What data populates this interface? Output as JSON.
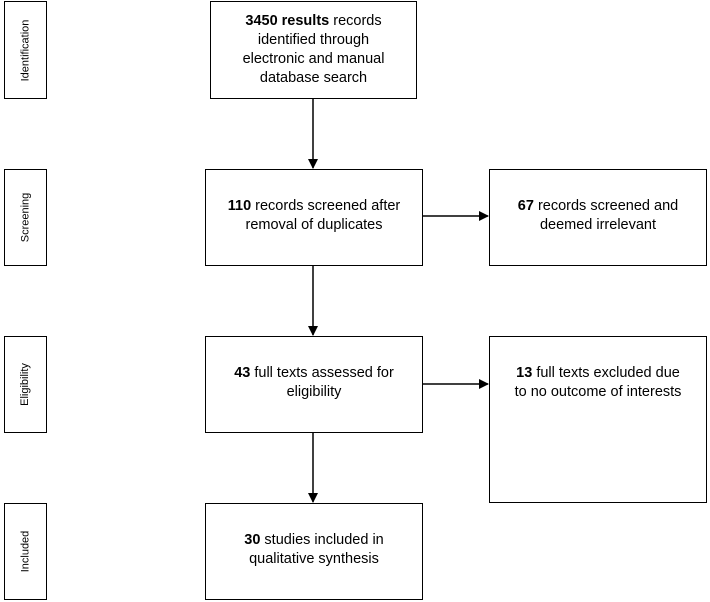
{
  "stages": [
    {
      "id": "identification",
      "label": "Identification"
    },
    {
      "id": "screening",
      "label": "Screening"
    },
    {
      "id": "eligibility",
      "label": "Eligibility"
    },
    {
      "id": "included",
      "label": "Included"
    }
  ],
  "boxes": {
    "identified": {
      "bold": "3450 results",
      "line1_rest": " records",
      "line2": "identified through",
      "line3": "electronic and manual",
      "line4": "database search"
    },
    "screened": {
      "bold": "110",
      "line1_rest": " records screened after",
      "line2": "removal of duplicates"
    },
    "irrelevant": {
      "bold": "67",
      "line1_rest": " records screened and",
      "line2": "deemed irrelevant"
    },
    "assessed": {
      "bold": "43",
      "line1_rest": " full texts assessed for",
      "line2": "eligibility"
    },
    "excluded": {
      "bold": "13",
      "line1_rest": " full texts excluded due",
      "line2": "to no outcome of interests"
    },
    "included": {
      "bold": "30",
      "line1_rest": " studies included in",
      "line2": "qualitative synthesis"
    }
  }
}
